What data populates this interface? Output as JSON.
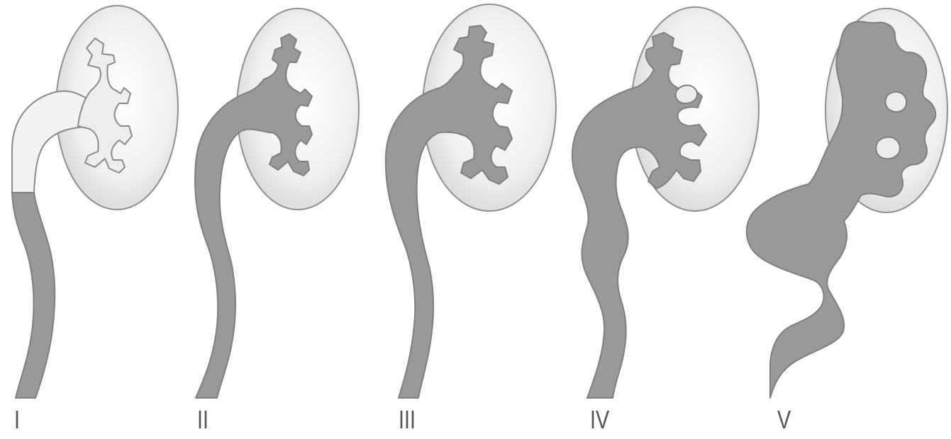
{
  "grades": [
    {
      "label": "I"
    },
    {
      "label": "II"
    },
    {
      "label": "III"
    },
    {
      "label": "IV"
    },
    {
      "label": "V"
    }
  ],
  "colors": {
    "contrast_fill": "#999999",
    "kidney_gradient_center": "#ffffff",
    "kidney_gradient_edge": "#d4d4d4",
    "outline": "#8f8f8f",
    "label": "#555555"
  }
}
